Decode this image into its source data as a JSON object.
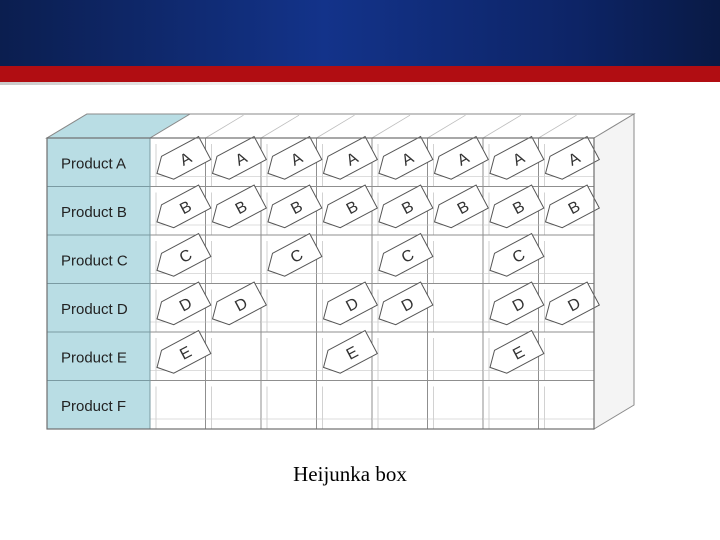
{
  "slide": {
    "colors": {
      "header_blue": "#13338a",
      "header_red": "#b10d12",
      "label_fill": "#b9dde4",
      "card_fill": "#ffffff"
    },
    "caption": "Heijunka box"
  },
  "diagram": {
    "rows": [
      {
        "label": "Product A",
        "letter": "A",
        "cards": [
          1,
          1,
          1,
          1,
          1,
          1,
          1,
          1
        ]
      },
      {
        "label": "Product B",
        "letter": "B",
        "cards": [
          1,
          1,
          1,
          1,
          1,
          1,
          1,
          1
        ]
      },
      {
        "label": "Product C",
        "letter": "C",
        "cards": [
          1,
          0,
          1,
          0,
          1,
          0,
          1,
          0
        ]
      },
      {
        "label": "Product D",
        "letter": "D",
        "cards": [
          1,
          1,
          0,
          1,
          1,
          0,
          1,
          1
        ]
      },
      {
        "label": "Product E",
        "letter": "E",
        "cards": [
          1,
          0,
          0,
          1,
          0,
          0,
          1,
          0
        ]
      },
      {
        "label": "Product F",
        "letter": "F",
        "cards": [
          0,
          0,
          0,
          0,
          0,
          0,
          0,
          0
        ]
      }
    ]
  }
}
